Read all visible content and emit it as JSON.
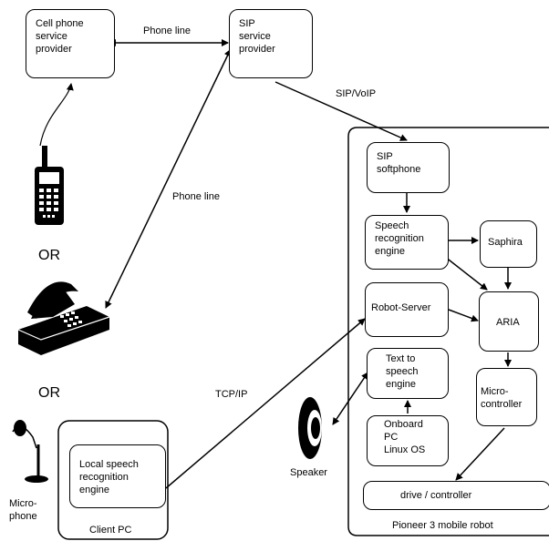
{
  "nodes": {
    "cell_provider": "Cell phone\nservice\nprovider",
    "sip_provider": "SIP\nservice\nprovider",
    "sip_softphone": "SIP\nsoftphone",
    "speech_engine": "Speech\nrecognition\nengine",
    "saphira": "Saphira",
    "robot_server": "Robot-Server",
    "aria": "ARIA",
    "tts": "Text to\nspeech\nengine",
    "microcontroller": "Micro-\ncontroller",
    "onboard_pc": "Onboard\nPC\nLinux OS",
    "drive": "drive / controller",
    "local_speech": "Local speech\nrecognition\nengine",
    "client_pc": "Client PC",
    "pioneer": "Pioneer 3 mobile robot"
  },
  "edges": {
    "phone_line_top": "Phone line",
    "phone_line_mid": "Phone line",
    "sip_voip": "SIP/VoIP",
    "tcp_ip": "TCP/IP"
  },
  "labels": {
    "or1": "OR",
    "or2": "OR",
    "speaker": "Speaker",
    "microphone": "Micro-\nphone"
  },
  "icons": [
    "cell-phone-icon",
    "desk-telephone-icon",
    "microphone-icon",
    "speaker-icon"
  ]
}
